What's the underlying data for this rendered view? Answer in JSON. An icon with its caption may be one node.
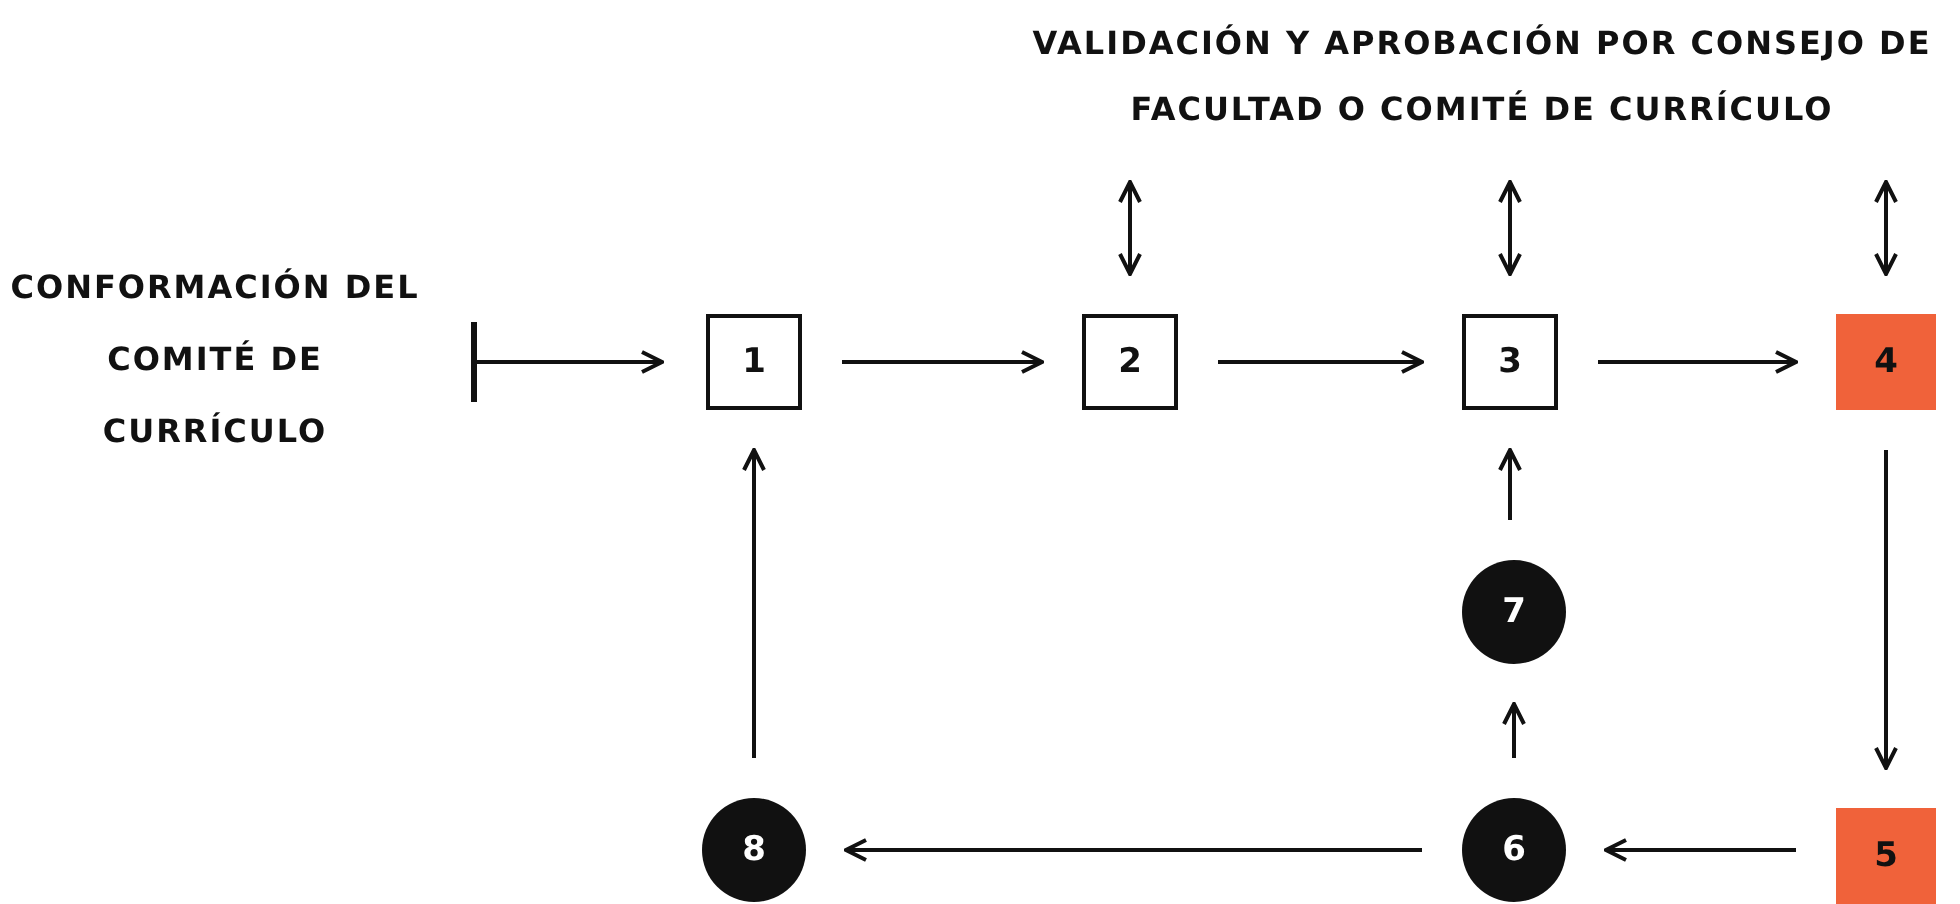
{
  "diagram": {
    "nodes": [
      {
        "text": [
          "VALIDACIÓN Y APROBACIÓN POR CONSEJO DE FACULTAD O COMITÉ DE CURRÍCULO"
        ]
      },
      {
        "text": [
          "CONFORMACIÓN DEL COMITÉ DE CURRÍCULO"
        ]
      },
      {
        "text": [
          "1"
        ]
      },
      {
        "text": [
          "2"
        ]
      },
      {
        "text": [
          "3"
        ]
      },
      {
        "text": [
          "4"
        ]
      },
      {
        "text": [
          "5"
        ]
      },
      {
        "text": [
          "6"
        ]
      },
      {
        "text": [
          "7"
        ]
      },
      {
        "text": [
          "8"
        ]
      }
    ],
    "edges": [
      {
        "from": 1,
        "to": 2,
        "arrow": "to"
      },
      {
        "from": 2,
        "to": 3,
        "arrow": "to"
      },
      {
        "from": 3,
        "to": 4,
        "arrow": "to"
      },
      {
        "from": 4,
        "to": 5,
        "arrow": "to"
      },
      {
        "from": 5,
        "to": 6,
        "arrow": "to"
      },
      {
        "from": 6,
        "to": 7,
        "arrow": "to"
      },
      {
        "from": 7,
        "to": 9,
        "arrow": "to"
      },
      {
        "from": 7,
        "to": 8,
        "arrow": "to"
      },
      {
        "from": 8,
        "to": 4,
        "arrow": "to"
      },
      {
        "from": 9,
        "to": 2,
        "arrow": "to"
      },
      {
        "from": 0,
        "to": 3,
        "arrow": "both"
      },
      {
        "from": 0,
        "to": 4,
        "arrow": "both"
      },
      {
        "from": 0,
        "to": 5,
        "arrow": "both"
      }
    ]
  }
}
